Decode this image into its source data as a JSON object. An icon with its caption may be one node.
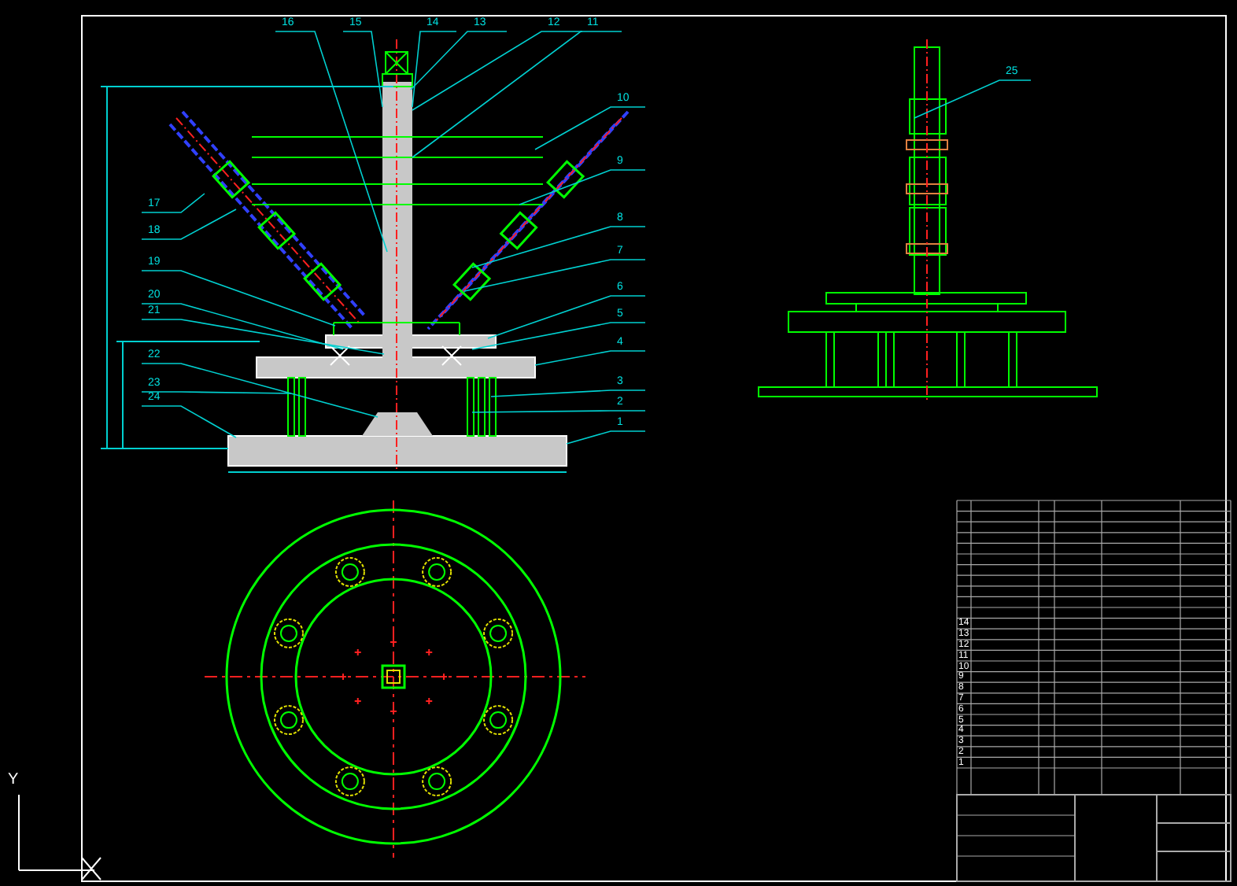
{
  "diagram": {
    "nodes": [
      {
        "text": [
          "16"
        ]
      },
      {
        "text": [
          "15"
        ]
      },
      {
        "text": [
          "14"
        ]
      },
      {
        "text": [
          "13"
        ]
      },
      {
        "text": [
          "12"
        ]
      },
      {
        "text": [
          "11"
        ]
      },
      {
        "text": [
          "25"
        ]
      },
      {
        "text": [
          "17"
        ]
      },
      {
        "text": [
          "18"
        ]
      },
      {
        "text": [
          "19"
        ]
      },
      {
        "text": [
          "20"
        ]
      },
      {
        "text": [
          "21"
        ]
      },
      {
        "text": [
          "22"
        ]
      },
      {
        "text": [
          "23"
        ]
      },
      {
        "text": [
          "24"
        ]
      },
      {
        "text": [
          "10"
        ]
      },
      {
        "text": [
          "9"
        ]
      },
      {
        "text": [
          "8"
        ]
      },
      {
        "text": [
          "7"
        ]
      },
      {
        "text": [
          "6"
        ]
      },
      {
        "text": [
          "5"
        ]
      },
      {
        "text": [
          "4"
        ]
      },
      {
        "text": [
          "3"
        ]
      },
      {
        "text": [
          "2"
        ]
      },
      {
        "text": [
          "1"
        ]
      }
    ],
    "edges": [
      {
        "from": 0,
        "to": null,
        "arrow": "none"
      },
      {
        "from": 1,
        "to": null,
        "arrow": "none"
      },
      {
        "from": 2,
        "to": null,
        "arrow": "none"
      },
      {
        "from": 3,
        "to": null,
        "arrow": "none"
      },
      {
        "from": 4,
        "to": null,
        "arrow": "none"
      },
      {
        "from": 5,
        "to": null,
        "arrow": "none"
      },
      {
        "from": 6,
        "to": null,
        "arrow": "none"
      },
      {
        "from": 7,
        "to": null,
        "arrow": "none"
      },
      {
        "from": 8,
        "to": null,
        "arrow": "none"
      },
      {
        "from": 9,
        "to": null,
        "arrow": "none"
      },
      {
        "from": 10,
        "to": null,
        "arrow": "none"
      },
      {
        "from": 11,
        "to": null,
        "arrow": "none"
      },
      {
        "from": 12,
        "to": null,
        "arrow": "none"
      },
      {
        "from": 13,
        "to": null,
        "arrow": "none"
      },
      {
        "from": 14,
        "to": null,
        "arrow": "none"
      },
      {
        "from": 15,
        "to": null,
        "arrow": "none"
      },
      {
        "from": 16,
        "to": null,
        "arrow": "none"
      },
      {
        "from": 17,
        "to": null,
        "arrow": "none"
      },
      {
        "from": 18,
        "to": null,
        "arrow": "none"
      },
      {
        "from": 19,
        "to": null,
        "arrow": "none"
      },
      {
        "from": 20,
        "to": null,
        "arrow": "none"
      },
      {
        "from": 21,
        "to": null,
        "arrow": "none"
      },
      {
        "from": 22,
        "to": null,
        "arrow": "none"
      },
      {
        "from": 23,
        "to": null,
        "arrow": "none"
      },
      {
        "from": 24,
        "to": null,
        "arrow": "none"
      }
    ],
    "labels": [
      "14",
      "13",
      "12",
      "11",
      "10",
      "9",
      "8",
      "7",
      "6",
      "5",
      "4",
      "3",
      "2",
      "1",
      "Y"
    ]
  }
}
